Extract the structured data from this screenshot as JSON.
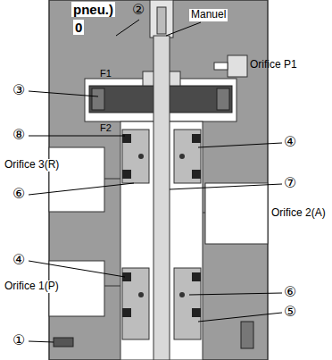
{
  "diagram": {
    "labels": [
      "pneu.)",
      "0",
      "②",
      "Manuel",
      "Orifice P1",
      "③",
      "F1",
      "F2",
      "⑧",
      "④",
      "Orifice 3(R)",
      "⑥",
      "⑦",
      "Orifice 2(A)",
      "④",
      "⑥",
      "Orifice 1(P)",
      "⑤",
      "①"
    ]
  }
}
